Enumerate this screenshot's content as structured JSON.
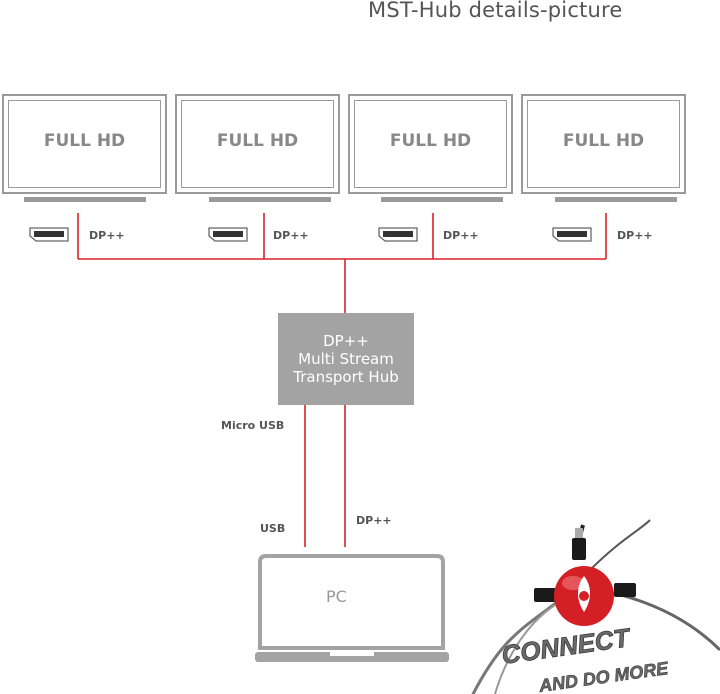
{
  "title": "MST-Hub details-picture",
  "monitors": [
    {
      "label": "FULL HD"
    },
    {
      "label": "FULL HD"
    },
    {
      "label": "FULL HD"
    },
    {
      "label": "FULL HD"
    }
  ],
  "ports": [
    {
      "label": "DP++"
    },
    {
      "label": "DP++"
    },
    {
      "label": "DP++"
    },
    {
      "label": "DP++"
    }
  ],
  "hub": {
    "line1": "DP++",
    "line2": "Multi Stream",
    "line3": "Transport Hub"
  },
  "links": {
    "micro_usb": "Micro USB",
    "usb": "USB",
    "dp": "DP++"
  },
  "pc": {
    "label": "PC"
  },
  "logo": {
    "line1": "CONNECT",
    "line2": "AND DO MORE"
  },
  "colors": {
    "wire": "#d8232a",
    "device_gray": "#a3a3a3",
    "outline_gray": "#9a9a9a",
    "text_gray": "#555555"
  }
}
